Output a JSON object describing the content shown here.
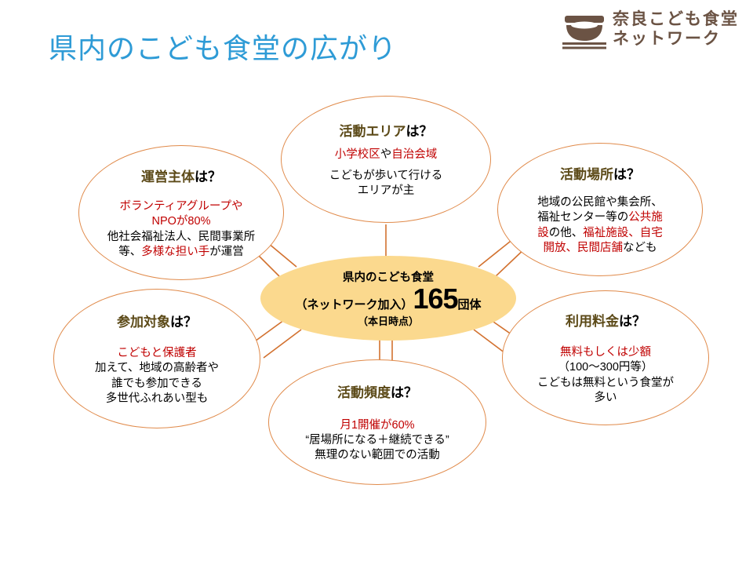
{
  "header": {
    "title": "県内のこども食堂の広がり",
    "title_color": "#2e9bd6",
    "logo": {
      "icon": "rice-bowl-chopsticks-icon",
      "line1": "奈良こども食堂",
      "line2": "ネットワーク",
      "color": "#6b5344"
    }
  },
  "theme": {
    "bubble_outline": "#e08a4a",
    "connector": "#d2712f",
    "center_fill": "#fbd98e",
    "heading_color": "#5c4a18",
    "emphasis_color": "#c00000"
  },
  "center": {
    "line1": "県内のこども食堂",
    "prefix": "（ネットワーク加入）",
    "count": "165",
    "unit": "団体",
    "line3": "（本日時点）"
  },
  "bubbles": [
    {
      "id": "area",
      "heading_keyword": "活動エリア",
      "heading_suffix": "は？",
      "lines": [
        [
          {
            "t": "小学校区",
            "em": true
          },
          {
            "t": "や",
            "em": false
          },
          {
            "t": "自治会域",
            "em": true
          }
        ],
        [
          {
            "t": "",
            "em": false
          }
        ],
        [
          {
            "t": "こどもが歩いて行ける",
            "em": false
          }
        ],
        [
          {
            "t": "エリアが主",
            "em": false
          }
        ]
      ]
    },
    {
      "id": "operator",
      "heading_keyword": "運営主体",
      "heading_suffix": "は？",
      "lines": [
        [
          {
            "t": "ボランティアグループや",
            "em": true
          }
        ],
        [
          {
            "t": "NPOが80%",
            "em": true
          }
        ],
        [
          {
            "t": "他社会福祉法人、民間事業所",
            "em": false
          }
        ],
        [
          {
            "t": "等、",
            "em": false
          },
          {
            "t": "多様な担い手",
            "em": true
          },
          {
            "t": "が運営",
            "em": false
          }
        ]
      ]
    },
    {
      "id": "venue",
      "heading_keyword": "活動場所",
      "heading_suffix": "は？",
      "lines": [
        [
          {
            "t": "地域の公民館や集会所、",
            "em": false
          }
        ],
        [
          {
            "t": "福祉センター等の",
            "em": false
          },
          {
            "t": "公共施",
            "em": true
          }
        ],
        [
          {
            "t": "設",
            "em": true
          },
          {
            "t": "の他、",
            "em": false
          },
          {
            "t": "福祉施設、自宅",
            "em": true
          }
        ],
        [
          {
            "t": "開放、民間店舗",
            "em": true
          },
          {
            "t": "なども",
            "em": false
          }
        ]
      ]
    },
    {
      "id": "target",
      "heading_keyword": "参加対象",
      "heading_suffix": "は？",
      "lines": [
        [
          {
            "t": "こどもと保護者",
            "em": true
          }
        ],
        [
          {
            "t": "加えて、地域の高齢者や",
            "em": false
          }
        ],
        [
          {
            "t": "誰でも参加できる",
            "em": false
          }
        ],
        [
          {
            "t": "多世代ふれあい型も",
            "em": false
          }
        ]
      ]
    },
    {
      "id": "fee",
      "heading_keyword": "利用料金",
      "heading_suffix": "は？",
      "lines": [
        [
          {
            "t": "無料もしくは少額",
            "em": true
          }
        ],
        [
          {
            "t": "（100〜300円等）",
            "em": false
          }
        ],
        [
          {
            "t": "こどもは無料という食堂が",
            "em": false
          }
        ],
        [
          {
            "t": "多い",
            "em": false
          }
        ]
      ]
    },
    {
      "id": "frequency",
      "heading_keyword": "活動頻度",
      "heading_suffix": "は？",
      "lines": [
        [
          {
            "t": "月1開催が60%",
            "em": true
          }
        ],
        [
          {
            "t": "“居場所になる＋継続できる”",
            "em": false
          }
        ],
        [
          {
            "t": "無理のない範囲での活動",
            "em": false
          }
        ]
      ]
    }
  ]
}
